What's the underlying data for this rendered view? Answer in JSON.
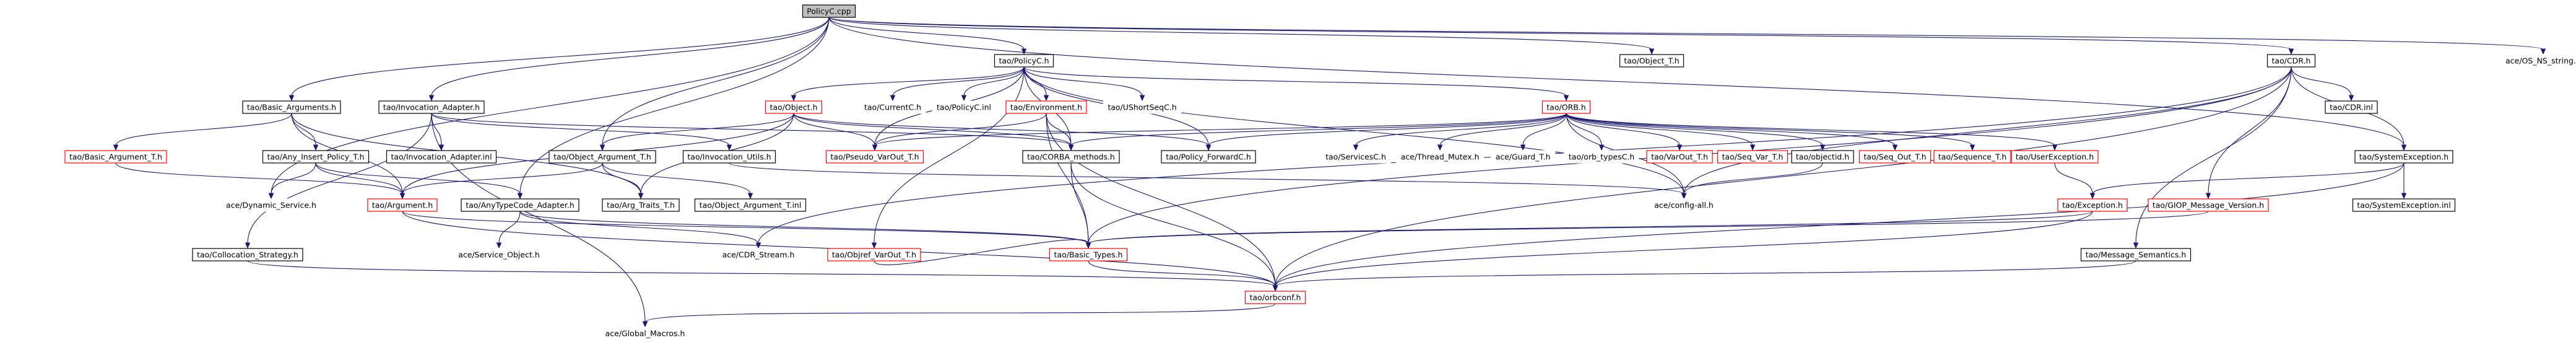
{
  "nodes": [
    {
      "id": "root",
      "label": "PolicyC.cpp",
      "style": "root"
    },
    {
      "id": "policy_h",
      "label": "tao/PolicyC.h",
      "style": "normal"
    },
    {
      "id": "object_t",
      "label": "tao/Object_T.h",
      "style": "normal"
    },
    {
      "id": "cdr_h",
      "label": "tao/CDR.h",
      "style": "normal"
    },
    {
      "id": "os_ns",
      "label": "ace/OS_NS_string.h",
      "style": "plain"
    },
    {
      "id": "basic_args",
      "label": "tao/Basic_Arguments.h",
      "style": "normal"
    },
    {
      "id": "inv_adapter",
      "label": "tao/Invocation_Adapter.h",
      "style": "normal"
    },
    {
      "id": "object_h",
      "label": "tao/Object.h",
      "style": "missing"
    },
    {
      "id": "currentc",
      "label": "tao/CurrentC.h",
      "style": "plain"
    },
    {
      "id": "policyc_inl",
      "label": "tao/PolicyC.inl",
      "style": "plain"
    },
    {
      "id": "environment",
      "label": "tao/Environment.h",
      "style": "missing"
    },
    {
      "id": "ushortseq",
      "label": "tao/UShortSeqC.h",
      "style": "plain"
    },
    {
      "id": "orb_h",
      "label": "tao/ORB.h",
      "style": "missing"
    },
    {
      "id": "cdr_inl",
      "label": "tao/CDR.inl",
      "style": "normal"
    },
    {
      "id": "sysexc",
      "label": "tao/SystemException.h",
      "style": "normal"
    },
    {
      "id": "basic_arg_t",
      "label": "tao/Basic_Argument_T.h",
      "style": "missing"
    },
    {
      "id": "any_insert",
      "label": "tao/Any_Insert_Policy_T.h",
      "style": "normal"
    },
    {
      "id": "inv_adapter_inl",
      "label": "tao/Invocation_Adapter.inl",
      "style": "normal"
    },
    {
      "id": "object_arg_t",
      "label": "tao/Object_Argument_T.h",
      "style": "normal"
    },
    {
      "id": "inv_utils",
      "label": "tao/Invocation_Utils.h",
      "style": "normal"
    },
    {
      "id": "pseudo_var",
      "label": "tao/Pseudo_VarOut_T.h",
      "style": "missing"
    },
    {
      "id": "corba_methods",
      "label": "tao/CORBA_methods.h",
      "style": "normal"
    },
    {
      "id": "policy_fwd",
      "label": "tao/Policy_ForwardC.h",
      "style": "normal"
    },
    {
      "id": "servicesc",
      "label": "tao/ServicesC.h",
      "style": "plain"
    },
    {
      "id": "thread_mutex",
      "label": "ace/Thread_Mutex.h",
      "style": "plain"
    },
    {
      "id": "guard_t",
      "label": "ace/Guard_T.h",
      "style": "plain"
    },
    {
      "id": "orb_typesc",
      "label": "tao/orb_typesC.h",
      "style": "plain"
    },
    {
      "id": "varout_t",
      "label": "tao/VarOut_T.h",
      "style": "missing"
    },
    {
      "id": "seq_var_t",
      "label": "tao/Seq_Var_T.h",
      "style": "missing"
    },
    {
      "id": "objectid",
      "label": "tao/objectid.h",
      "style": "normal"
    },
    {
      "id": "seq_out_t",
      "label": "tao/Seq_Out_T.h",
      "style": "missing"
    },
    {
      "id": "sequence_t",
      "label": "tao/Sequence_T.h",
      "style": "missing"
    },
    {
      "id": "userexc",
      "label": "tao/UserException.h",
      "style": "missing"
    },
    {
      "id": "sysexc_inl",
      "label": "tao/SystemException.inl",
      "style": "normal"
    },
    {
      "id": "dyn_service",
      "label": "ace/Dynamic_Service.h",
      "style": "plain"
    },
    {
      "id": "argument_h",
      "label": "tao/Argument.h",
      "style": "missing"
    },
    {
      "id": "anytypecode",
      "label": "tao/AnyTypeCode_Adapter.h",
      "style": "normal"
    },
    {
      "id": "arg_traits",
      "label": "tao/Arg_Traits_T.h",
      "style": "normal"
    },
    {
      "id": "object_arg_inl",
      "label": "tao/Object_Argument_T.inl",
      "style": "normal"
    },
    {
      "id": "config_all",
      "label": "ace/config-all.h",
      "style": "plain"
    },
    {
      "id": "exception_h",
      "label": "tao/Exception.h",
      "style": "missing"
    },
    {
      "id": "giop_msg",
      "label": "tao/GIOP_Message_Version.h",
      "style": "missing"
    },
    {
      "id": "collocation",
      "label": "tao/Collocation_Strategy.h",
      "style": "normal"
    },
    {
      "id": "service_obj",
      "label": "ace/Service_Object.h",
      "style": "plain"
    },
    {
      "id": "object_var_t",
      "label": "tao/Objref_VarOut_T.h",
      "style": "missing"
    },
    {
      "id": "cdr_stream",
      "label": "ace/CDR_Stream.h",
      "style": "plain"
    },
    {
      "id": "basic_types",
      "label": "tao/Basic_Types.h",
      "style": "missing"
    },
    {
      "id": "msg_semantics",
      "label": "tao/Message_Semantics.h",
      "style": "normal"
    },
    {
      "id": "orbconf",
      "label": "tao/orbconf.h",
      "style": "missing"
    },
    {
      "id": "global_macros",
      "label": "ace/Global_Macros.h",
      "style": "plain"
    }
  ],
  "edges": [
    [
      "root",
      "policy_h"
    ],
    [
      "root",
      "object_t"
    ],
    [
      "root",
      "cdr_h"
    ],
    [
      "root",
      "os_ns"
    ],
    [
      "root",
      "basic_args"
    ],
    [
      "root",
      "inv_adapter"
    ],
    [
      "root",
      "anytypecode"
    ],
    [
      "root",
      "object_arg_t"
    ],
    [
      "root",
      "dyn_service"
    ],
    [
      "root",
      "sysexc"
    ],
    [
      "policy_h",
      "object_h"
    ],
    [
      "policy_h",
      "currentc"
    ],
    [
      "policy_h",
      "policyc_inl"
    ],
    [
      "policy_h",
      "environment"
    ],
    [
      "policy_h",
      "ushortseq"
    ],
    [
      "policy_h",
      "orb_h"
    ],
    [
      "policy_h",
      "policy_fwd"
    ],
    [
      "policy_h",
      "pseudo_var"
    ],
    [
      "policy_h",
      "config_all"
    ],
    [
      "policy_h",
      "object_var_t"
    ],
    [
      "policy_h",
      "corba_methods"
    ],
    [
      "object_h",
      "pseudo_var"
    ],
    [
      "object_h",
      "corba_methods"
    ],
    [
      "object_h",
      "policy_fwd"
    ],
    [
      "object_h",
      "object_arg_t"
    ],
    [
      "object_h",
      "arg_traits"
    ],
    [
      "object_h",
      "argument_h"
    ],
    [
      "environment",
      "corba_methods"
    ],
    [
      "environment",
      "pseudo_var"
    ],
    [
      "environment",
      "basic_types"
    ],
    [
      "environment",
      "orbconf"
    ],
    [
      "orb_h",
      "corba_methods"
    ],
    [
      "orb_h",
      "pseudo_var"
    ],
    [
      "orb_h",
      "policy_fwd"
    ],
    [
      "orb_h",
      "servicesc"
    ],
    [
      "orb_h",
      "thread_mutex"
    ],
    [
      "orb_h",
      "guard_t"
    ],
    [
      "orb_h",
      "orb_typesc"
    ],
    [
      "orb_h",
      "varout_t"
    ],
    [
      "orb_h",
      "seq_var_t"
    ],
    [
      "orb_h",
      "objectid"
    ],
    [
      "orb_h",
      "seq_out_t"
    ],
    [
      "orb_h",
      "sequence_t"
    ],
    [
      "orb_h",
      "userexc"
    ],
    [
      "orb_h",
      "config_all"
    ],
    [
      "corba_methods",
      "basic_types"
    ],
    [
      "corba_methods",
      "orbconf"
    ],
    [
      "userexc",
      "exception_h"
    ],
    [
      "objectid",
      "config_all"
    ],
    [
      "cdr_h",
      "cdr_inl"
    ],
    [
      "cdr_h",
      "sysexc"
    ],
    [
      "cdr_h",
      "giop_msg"
    ],
    [
      "cdr_h",
      "msg_semantics"
    ],
    [
      "cdr_h",
      "basic_types"
    ],
    [
      "cdr_h",
      "cdr_stream"
    ],
    [
      "cdr_h",
      "orbconf"
    ],
    [
      "cdr_h",
      "config_all"
    ],
    [
      "sysexc",
      "sysexc_inl"
    ],
    [
      "sysexc",
      "exception_h"
    ],
    [
      "sysexc",
      "orbconf"
    ],
    [
      "exception_h",
      "basic_types"
    ],
    [
      "exception_h",
      "orbconf"
    ],
    [
      "giop_msg",
      "basic_types"
    ],
    [
      "msg_semantics",
      "orbconf"
    ],
    [
      "basic_args",
      "basic_arg_t"
    ],
    [
      "basic_args",
      "any_insert"
    ],
    [
      "basic_args",
      "arg_traits"
    ],
    [
      "basic_args",
      "argument_h"
    ],
    [
      "basic_arg_t",
      "argument_h"
    ],
    [
      "any_insert",
      "dyn_service"
    ],
    [
      "any_insert",
      "argument_h"
    ],
    [
      "any_insert",
      "anytypecode"
    ],
    [
      "inv_adapter",
      "inv_adapter_inl"
    ],
    [
      "inv_adapter",
      "inv_utils"
    ],
    [
      "inv_adapter",
      "collocation"
    ],
    [
      "inv_adapter",
      "global_macros"
    ],
    [
      "inv_adapter",
      "corba_methods"
    ],
    [
      "object_arg_t",
      "arg_traits"
    ],
    [
      "object_arg_t",
      "object_arg_inl"
    ],
    [
      "object_arg_t",
      "argument_h"
    ],
    [
      "inv_utils",
      "config_all"
    ],
    [
      "argument_h",
      "basic_types"
    ],
    [
      "argument_h",
      "orbconf"
    ],
    [
      "anytypecode",
      "service_obj"
    ],
    [
      "anytypecode",
      "cdr_stream"
    ],
    [
      "anytypecode",
      "basic_types"
    ],
    [
      "object_var_t",
      "basic_types"
    ],
    [
      "collocation",
      "orbconf"
    ],
    [
      "basic_types",
      "orbconf"
    ],
    [
      "orbconf",
      "global_macros"
    ]
  ],
  "colors": {
    "edge": "#191970",
    "root_fill": "#bfbfbf",
    "normal_border": "#000000",
    "missing_border": "#ff0000",
    "plain_border": "#ffffff",
    "text": "#000000"
  }
}
